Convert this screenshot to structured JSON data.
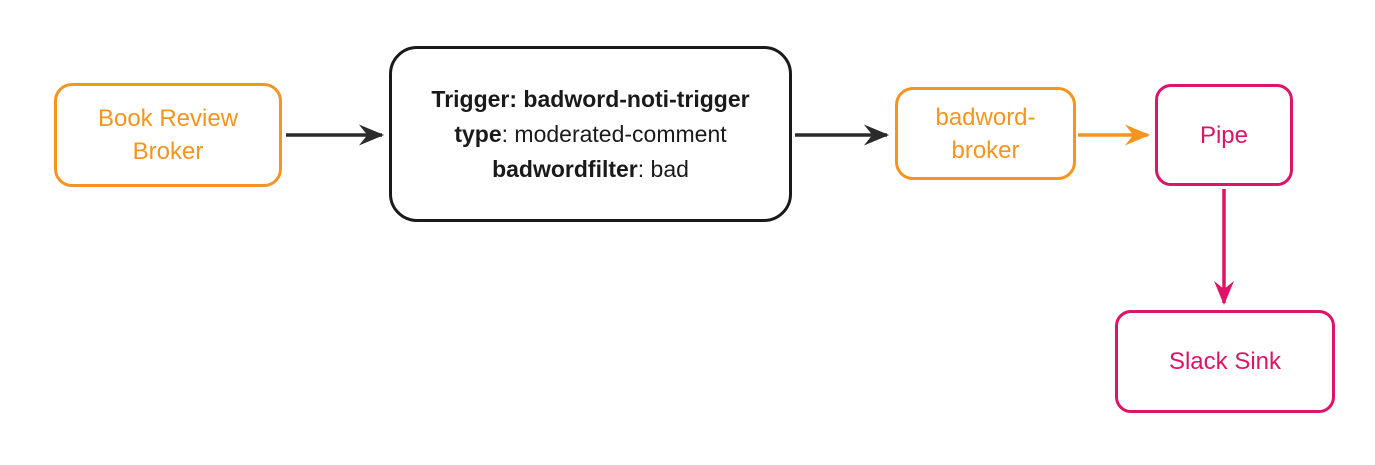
{
  "diagram": {
    "kind": "event-flow",
    "direction": "left-to-right"
  },
  "colors": {
    "broker_orange": "#F5941F",
    "pipe_pink": "#DD1467",
    "trigger_black": "#1A1A1A",
    "edge_dark": "#2B2B2B",
    "background": "#FFFFFF"
  },
  "nodes": {
    "book_review_broker": {
      "label": "Book Review Broker",
      "color": "#F5941F"
    },
    "trigger": {
      "color": "#1A1A1A",
      "lines": [
        {
          "bold": "Trigger: badword-noti-trigger",
          "rest": ""
        },
        {
          "bold": "type",
          "rest": ": moderated-comment"
        },
        {
          "bold": "badwordfilter",
          "rest": ": bad"
        }
      ]
    },
    "badword_broker": {
      "label": "badword-broker",
      "color": "#F5941F"
    },
    "pipe": {
      "label": "Pipe",
      "color": "#DD1467"
    },
    "slack_sink": {
      "label": "Slack Sink",
      "color": "#DD1467"
    }
  },
  "edges": [
    {
      "from": "book_review_broker",
      "to": "trigger",
      "color": "#2B2B2B"
    },
    {
      "from": "trigger",
      "to": "badword_broker",
      "color": "#2B2B2B"
    },
    {
      "from": "badword_broker",
      "to": "pipe",
      "color": "#F5941F"
    },
    {
      "from": "pipe",
      "to": "slack_sink",
      "color": "#DD1467"
    }
  ]
}
